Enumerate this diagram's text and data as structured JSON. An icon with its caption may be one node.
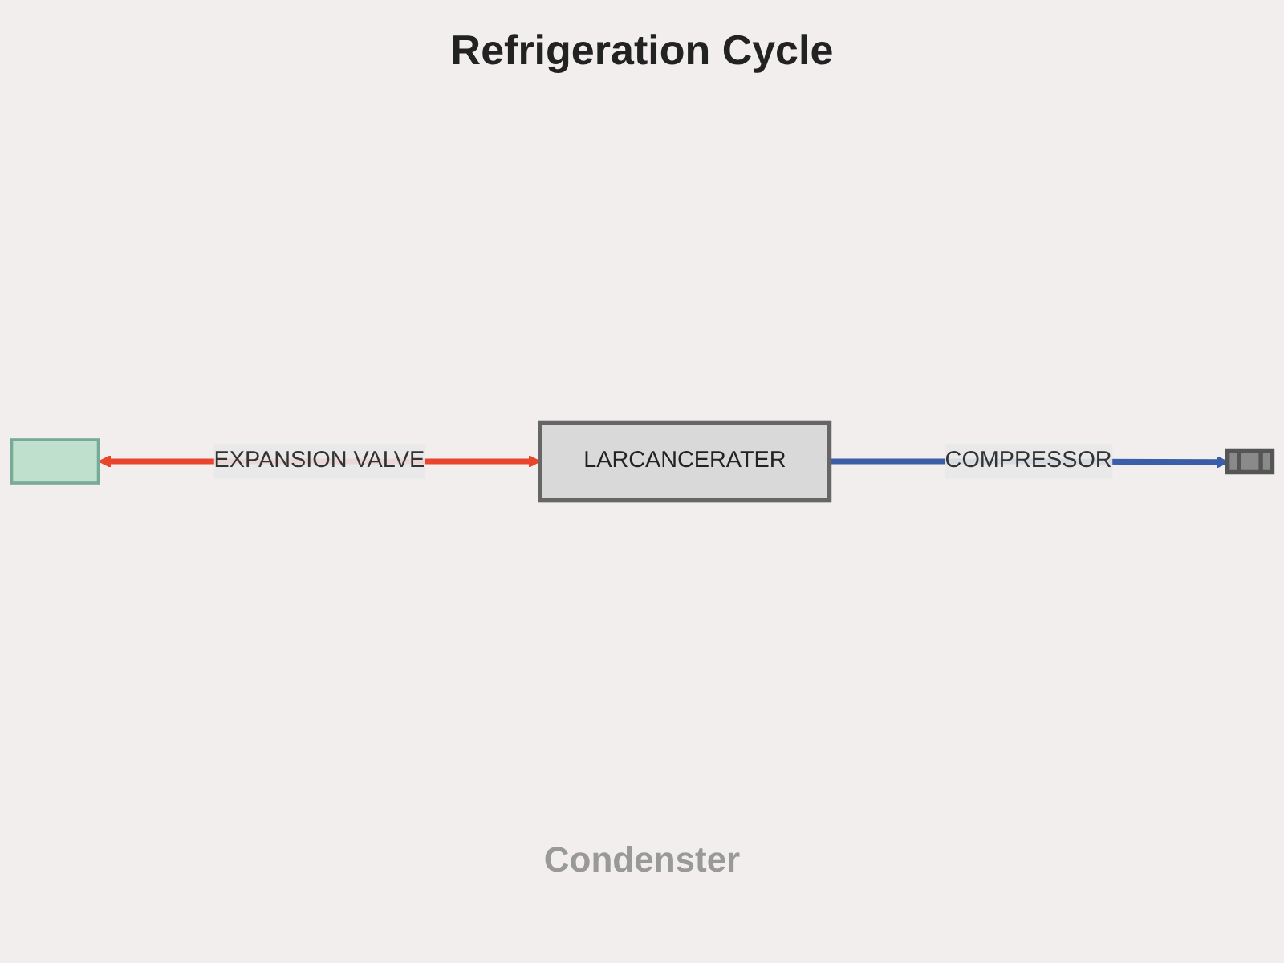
{
  "diagram": {
    "title": "Refrigeration Cycle",
    "nodes": [
      {
        "text": [
          "LARCANCERATER"
        ]
      },
      {
        "text": [],
        "shape": "coil"
      },
      {
        "text": [],
        "shape": "box"
      }
    ],
    "edges": [
      {
        "from": 0,
        "to": 1,
        "arrow": "to",
        "label": "COMPRESSOR",
        "color": "#3b5ea8"
      },
      {
        "from": 2,
        "to": 0,
        "arrow": "both",
        "label": "EXPANSION VALVE",
        "color": "#e8452c"
      }
    ],
    "labels": [
      "Condenster"
    ]
  }
}
